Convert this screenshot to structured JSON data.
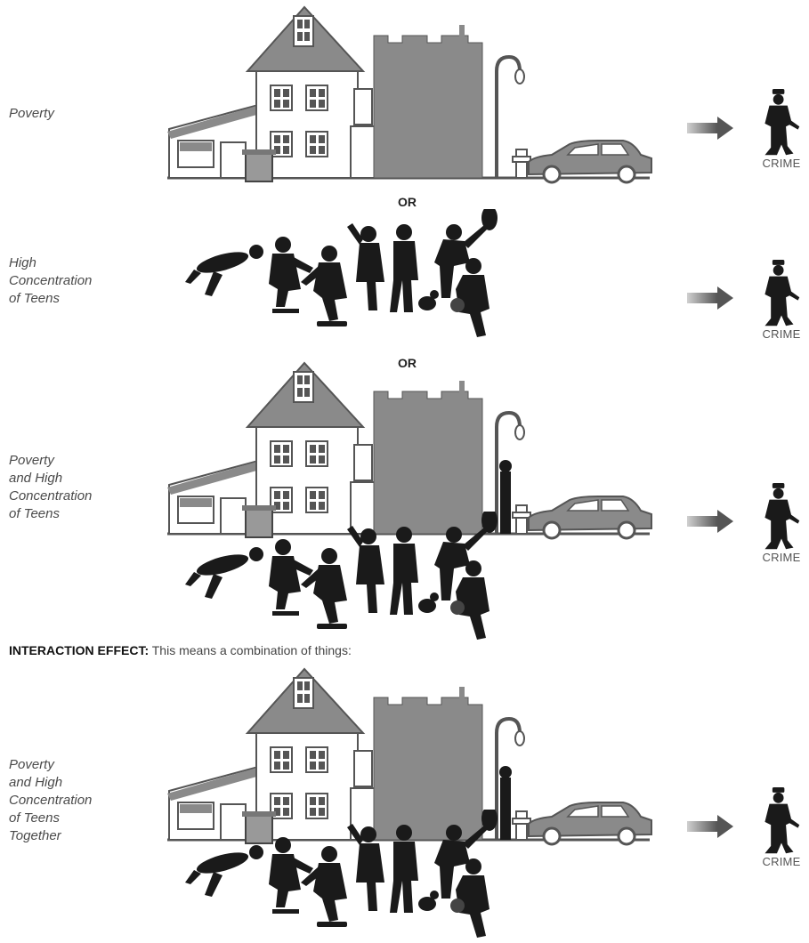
{
  "rows": [
    {
      "label": "Poverty",
      "crime": "CRIME"
    },
    {
      "label": "High\nConcentration\nof Teens",
      "crime": "CRIME"
    },
    {
      "label": "Poverty\nand High\nConcentration\nof Teens",
      "crime": "CRIME"
    },
    {
      "label": "Poverty\nand High\nConcentration\nof Teens\nTogether",
      "crime": "CRIME"
    }
  ],
  "separators": [
    "OR",
    "OR"
  ],
  "interaction": {
    "heading": "INTERACTION EFFECT:",
    "text": " This means a combination of things:"
  },
  "colors": {
    "building": "#8a8a8a",
    "silhouette": "#1a1a1a",
    "arrow": "#777777",
    "line": "#555555"
  }
}
